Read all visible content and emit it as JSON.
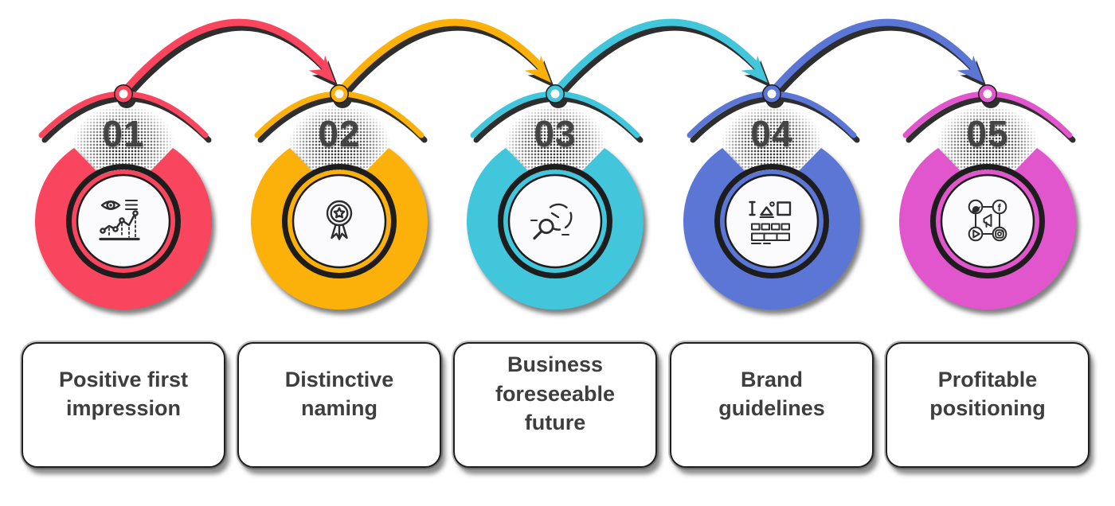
{
  "background_color": "#FFFFFF",
  "outline_color": "#1D1D1D",
  "label_text_color": "#3E3E3E",
  "number_text_color": "#3B3B3B",
  "card_background": "#FFFFFF",
  "medallion_background": "#FBFBFD",
  "steps": [
    {
      "number": "01",
      "label": "Positive first impression",
      "color": "#F9455E",
      "icon": "eye-analytics-chart-icon"
    },
    {
      "number": "02",
      "label": "Distinctive naming",
      "color": "#FBB109",
      "icon": "award-rosette-icon"
    },
    {
      "number": "03",
      "label": "Business foreseeable future",
      "color": "#42C6DB",
      "icon": "magnifier-pie-chart-icon"
    },
    {
      "number": "04",
      "label": "Brand guidelines",
      "color": "#5C76D6",
      "icon": "brand-layout-grid-icon"
    },
    {
      "number": "05",
      "label": "Profitable positioning",
      "color": "#E156CC",
      "icon": "social-media-network-icon"
    }
  ]
}
